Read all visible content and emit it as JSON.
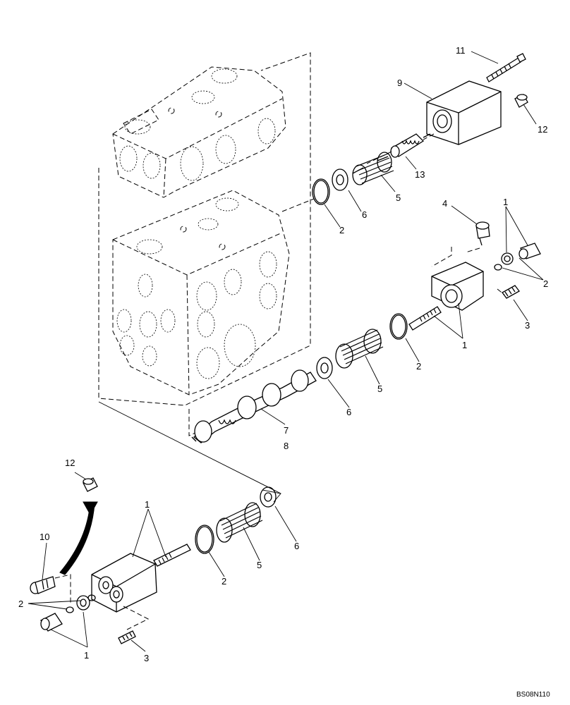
{
  "callouts": {
    "c11": "11",
    "c9": "9",
    "c12a": "12",
    "c13": "13",
    "c5a": "5",
    "c6a": "6",
    "c2a": "2",
    "c4": "4",
    "c1a": "1",
    "c2b": "2",
    "c3a": "3",
    "c1b": "1",
    "c2c": "2",
    "c5b": "5",
    "c6b": "6",
    "c7": "7",
    "c8": "8",
    "c12b": "12",
    "c10": "10",
    "c1c": "1",
    "c2d": "2",
    "c5c": "5",
    "c6c": "6",
    "c2e": "2",
    "c1d": "1",
    "c3b": "3"
  },
  "figure_code": "BS08N110"
}
